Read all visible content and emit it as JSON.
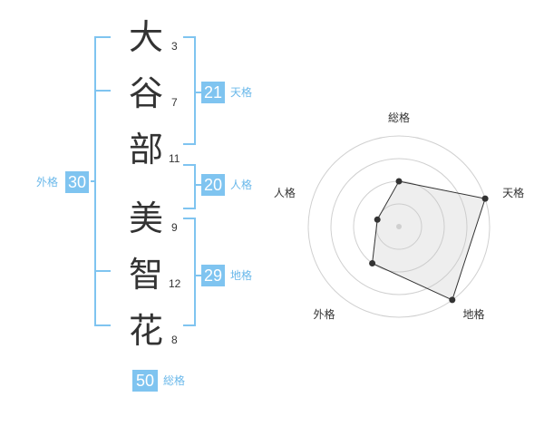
{
  "name": {
    "characters": [
      {
        "char": "大",
        "strokes": "3"
      },
      {
        "char": "谷",
        "strokes": "7"
      },
      {
        "char": "部",
        "strokes": "11"
      },
      {
        "char": "美",
        "strokes": "9"
      },
      {
        "char": "智",
        "strokes": "12"
      },
      {
        "char": "花",
        "strokes": "8"
      }
    ]
  },
  "fortunes": {
    "tenkaku": {
      "value": "21",
      "label": "天格"
    },
    "jinkaku": {
      "value": "20",
      "label": "人格"
    },
    "chikaku": {
      "value": "29",
      "label": "地格"
    },
    "gaikaku": {
      "value": "30",
      "label": "外格"
    },
    "soukaku": {
      "value": "50",
      "label": "総格"
    }
  },
  "colors": {
    "accent": "#7fc4f0",
    "accent_text": "#6ab8ea",
    "text": "#333333"
  },
  "chart_data": {
    "type": "radar",
    "axes": [
      "総格",
      "天格",
      "地格",
      "外格",
      "人格"
    ],
    "values": [
      2,
      4,
      4,
      2,
      1
    ],
    "max": 4,
    "rings": 4,
    "grid": true
  }
}
